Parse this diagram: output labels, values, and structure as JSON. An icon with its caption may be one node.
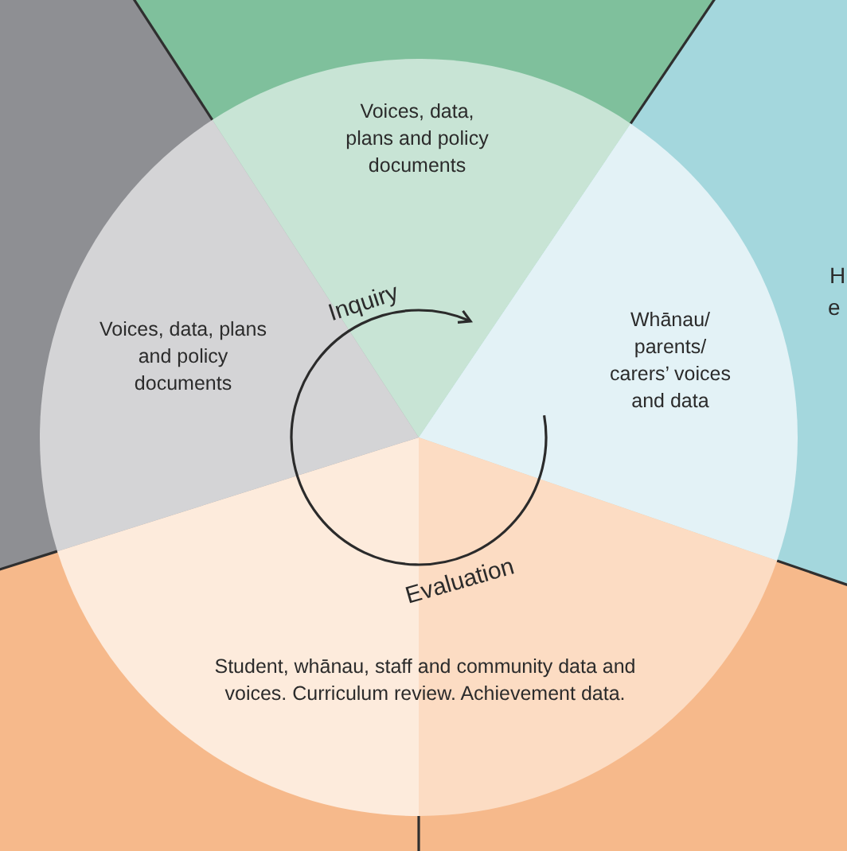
{
  "diagram": {
    "nodes": [
      {
        "text": [
          "Voices, data, plans and policy documents"
        ]
      },
      {
        "text": [
          "Voices, data, plans and policy documents"
        ]
      },
      {
        "text": [
          "Whānau/ parents/ carers’ voices and data"
        ]
      },
      {
        "text": [
          "Student, whānau, staff and community data and voices. Curriculum review. Achievement data."
        ]
      }
    ],
    "labels": [
      "Inquiry",
      "Evaluation",
      "H",
      "e"
    ]
  }
}
